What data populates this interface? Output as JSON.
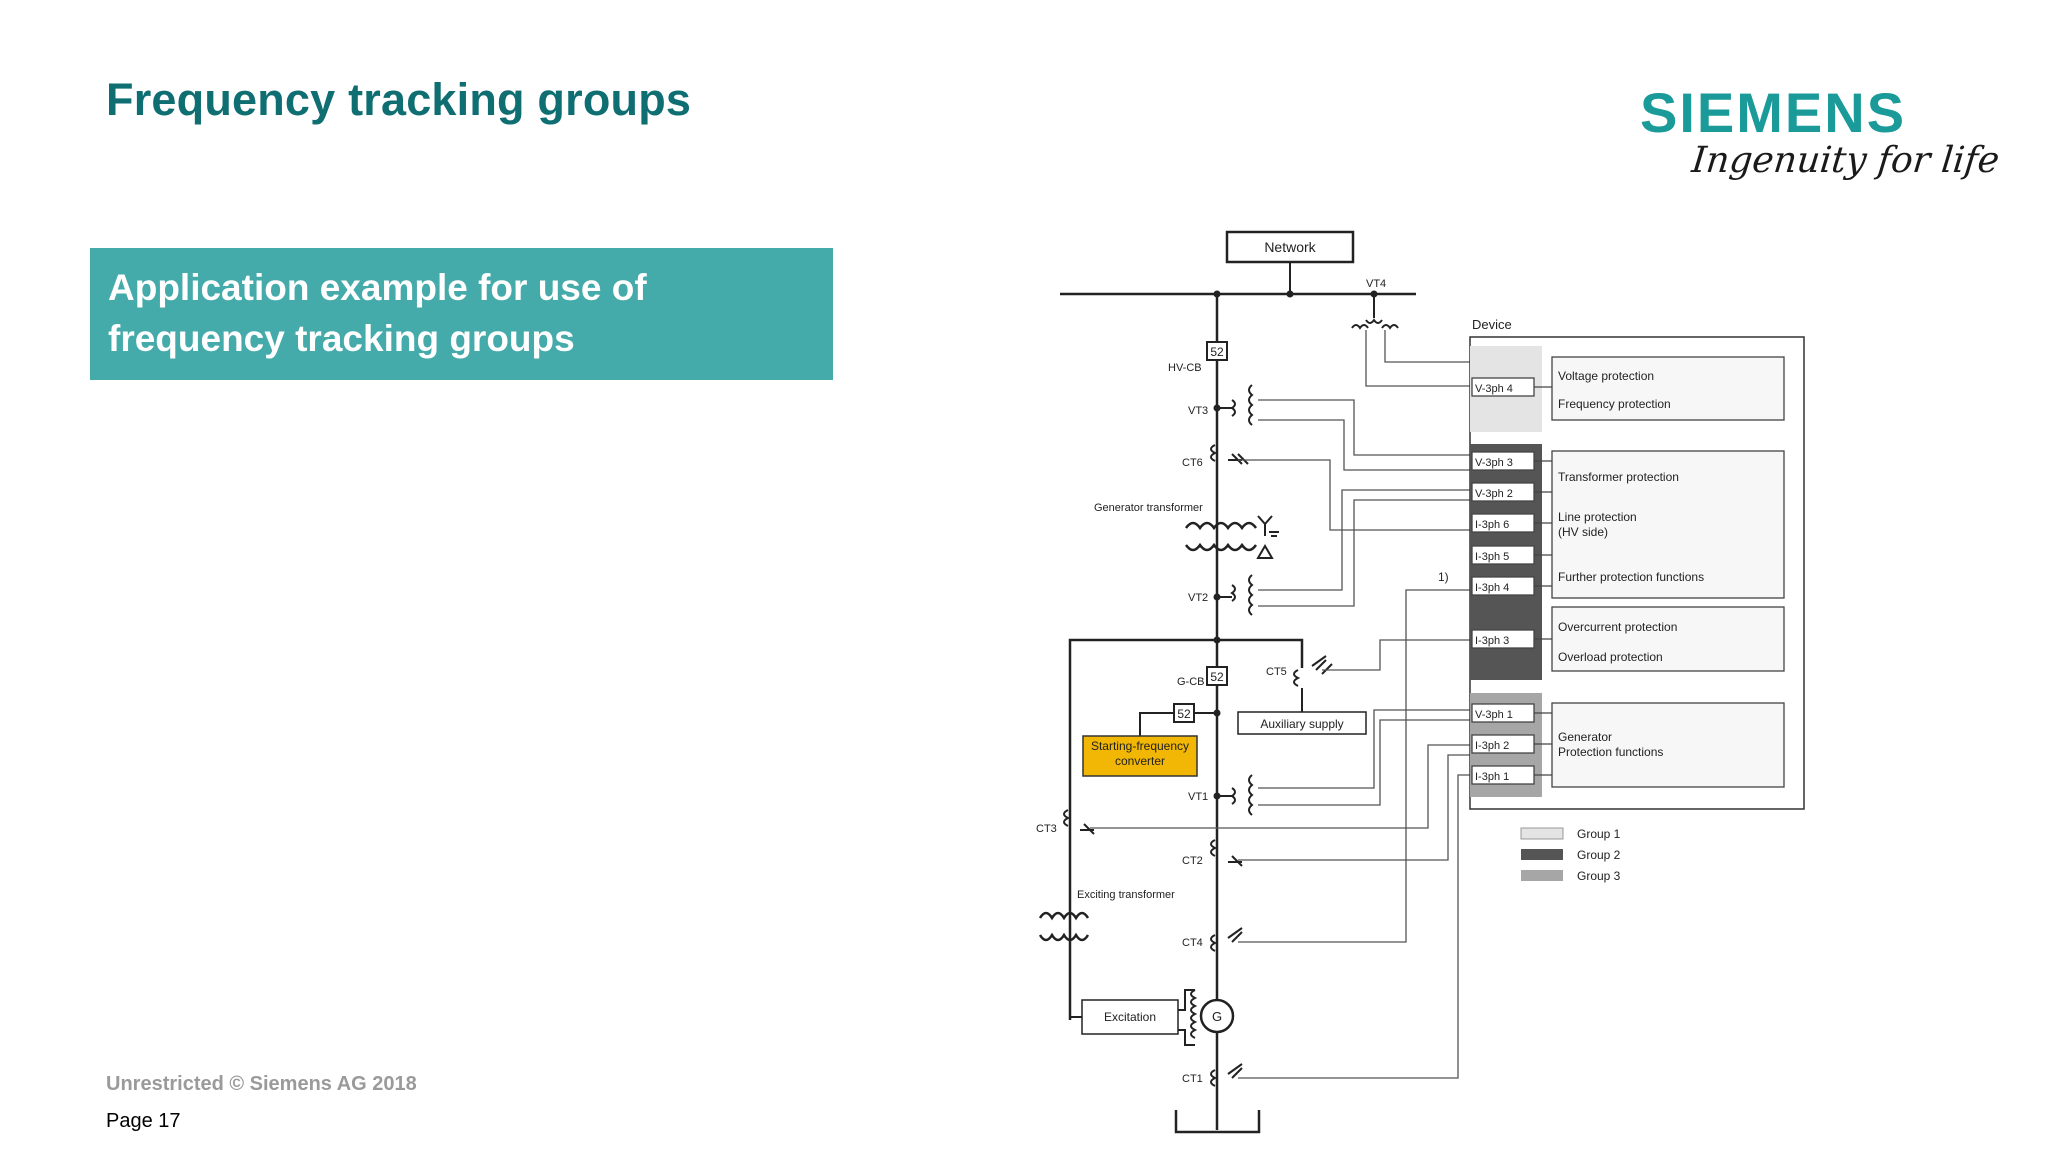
{
  "slide": {
    "title": "Frequency tracking groups",
    "callout": "Application example for use of frequency tracking groups",
    "footer_copyright": "Unrestricted © Siemens AG 2018",
    "footer_page": "Page 17"
  },
  "logo": {
    "wordmark": "SIEMENS",
    "tagline": "Ingenuity for life"
  },
  "colors": {
    "title": "#0f6e72",
    "callout_bg": "#44aaaa",
    "logo": "#1a9a99",
    "group1": "#e4e4e4",
    "group2": "#555555",
    "group3": "#a6a6a6",
    "converter": "#f2b705"
  },
  "diagram": {
    "network": "Network",
    "device": "Device",
    "breaker": "52",
    "labels": {
      "vt4": "VT4",
      "hv_cb": "HV-CB",
      "vt3": "VT3",
      "ct6": "CT6",
      "gen_transformer": "Generator transformer",
      "vt2": "VT2",
      "g_cb": "G-CB",
      "ct5": "CT5",
      "aux_supply": "Auxiliary supply",
      "converter": "Starting-frequency converter",
      "vt1": "VT1",
      "ct3": "CT3",
      "ct2": "CT2",
      "exciting_transformer": "Exciting transformer",
      "ct4": "CT4",
      "excitation": "Excitation",
      "generator": "G",
      "ct1": "CT1",
      "note": "1)"
    },
    "inputs": [
      "V-3ph 4",
      "V-3ph 3",
      "V-3ph 2",
      "I-3ph 6",
      "I-3ph 5",
      "I-3ph 4",
      "I-3ph 3",
      "V-3ph 1",
      "I-3ph 2",
      "I-3ph 1"
    ],
    "functions": {
      "voltage": "Voltage protection",
      "frequency": "Frequency protection",
      "transformer": "Transformer protection",
      "line": "Line protection",
      "line_hv": "(HV side)",
      "further": "Further protection functions",
      "overcurrent": "Overcurrent protection",
      "overload": "Overload protection",
      "generator": "Generator",
      "generator_fn": "Protection functions"
    },
    "legend": [
      "Group 1",
      "Group 2",
      "Group 3"
    ]
  }
}
